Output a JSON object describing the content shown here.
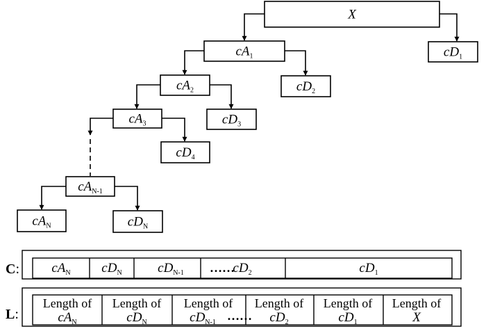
{
  "tree": {
    "nodes": [
      {
        "id": "x",
        "base": "X",
        "sub": ""
      },
      {
        "id": "ca1",
        "base": "cA",
        "sub": "1"
      },
      {
        "id": "cd1",
        "base": "cD",
        "sub": "1"
      },
      {
        "id": "ca2",
        "base": "cA",
        "sub": "2"
      },
      {
        "id": "cd2",
        "base": "cD",
        "sub": "2"
      },
      {
        "id": "ca3",
        "base": "cA",
        "sub": "3"
      },
      {
        "id": "cd3",
        "base": "cD",
        "sub": "3"
      },
      {
        "id": "cd4",
        "base": "cD",
        "sub": "4"
      },
      {
        "id": "can1",
        "base": "cA",
        "sub": "N-1"
      },
      {
        "id": "can",
        "base": "cA",
        "sub": "N"
      },
      {
        "id": "cdn",
        "base": "cD",
        "sub": "N"
      }
    ]
  },
  "c_row": {
    "label": "C",
    "colon": ":",
    "segments": [
      {
        "id": "seg-can",
        "base": "cA",
        "sub": "N"
      },
      {
        "id": "seg-cdn",
        "base": "cD",
        "sub": "N"
      },
      {
        "id": "seg-cdn1",
        "base": "cD",
        "sub": "N-1"
      },
      {
        "id": "seg-cd2",
        "base": "cD",
        "sub": "2"
      },
      {
        "id": "seg-cd1",
        "base": "cD",
        "sub": "1"
      }
    ],
    "ellipsis": "……"
  },
  "l_row": {
    "label": "L",
    "colon": ":",
    "prefix": "Length of",
    "cells": [
      {
        "id": "len-can",
        "base": "cA",
        "sub": "N"
      },
      {
        "id": "len-cdn",
        "base": "cD",
        "sub": "N"
      },
      {
        "id": "len-cdn1",
        "base": "cD",
        "sub": "N-1"
      },
      {
        "id": "len-cd2",
        "base": "cD",
        "sub": "2"
      },
      {
        "id": "len-cd1",
        "base": "cD",
        "sub": "1"
      },
      {
        "id": "len-x",
        "base": "X",
        "sub": ""
      }
    ],
    "ellipsis": "……"
  }
}
